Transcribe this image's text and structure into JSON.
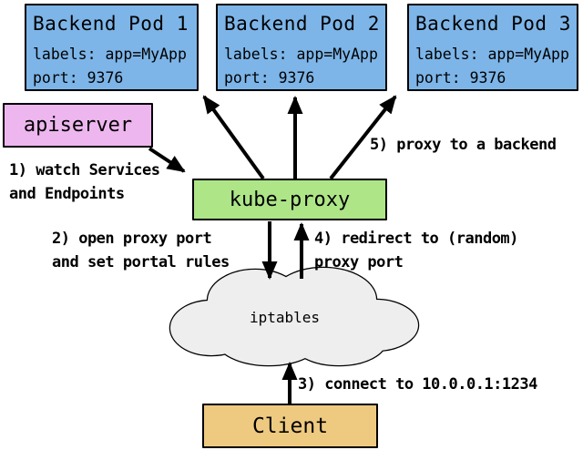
{
  "colors": {
    "pod_fill": "#7db5e8",
    "apiserver_fill": "#eeb6ee",
    "kube_proxy_fill": "#aee587",
    "cloud_fill": "#eeeeee",
    "client_fill": "#eec980",
    "outline": "#000000"
  },
  "pods": [
    {
      "title": "Backend Pod 1",
      "labels_line": "labels: app=MyApp",
      "port_line": "port: 9376"
    },
    {
      "title": "Backend Pod 2",
      "labels_line": "labels: app=MyApp",
      "port_line": "port: 9376"
    },
    {
      "title": "Backend Pod 3",
      "labels_line": "labels: app=MyApp",
      "port_line": "port: 9376"
    }
  ],
  "apiserver": {
    "title": "apiserver"
  },
  "kube_proxy": {
    "title": "kube-proxy"
  },
  "iptables": {
    "title": "iptables"
  },
  "client": {
    "title": "Client"
  },
  "annotations": {
    "step1": {
      "line1": "1) watch Services",
      "line2": "and Endpoints"
    },
    "step2": {
      "line1": "2) open proxy port",
      "line2": "and set portal rules"
    },
    "step3": {
      "line1": "3) connect to 10.0.0.1:1234"
    },
    "step4": {
      "line1": "4) redirect to (random)",
      "line2": "proxy port"
    },
    "step5": {
      "line1": "5) proxy to a backend"
    }
  }
}
